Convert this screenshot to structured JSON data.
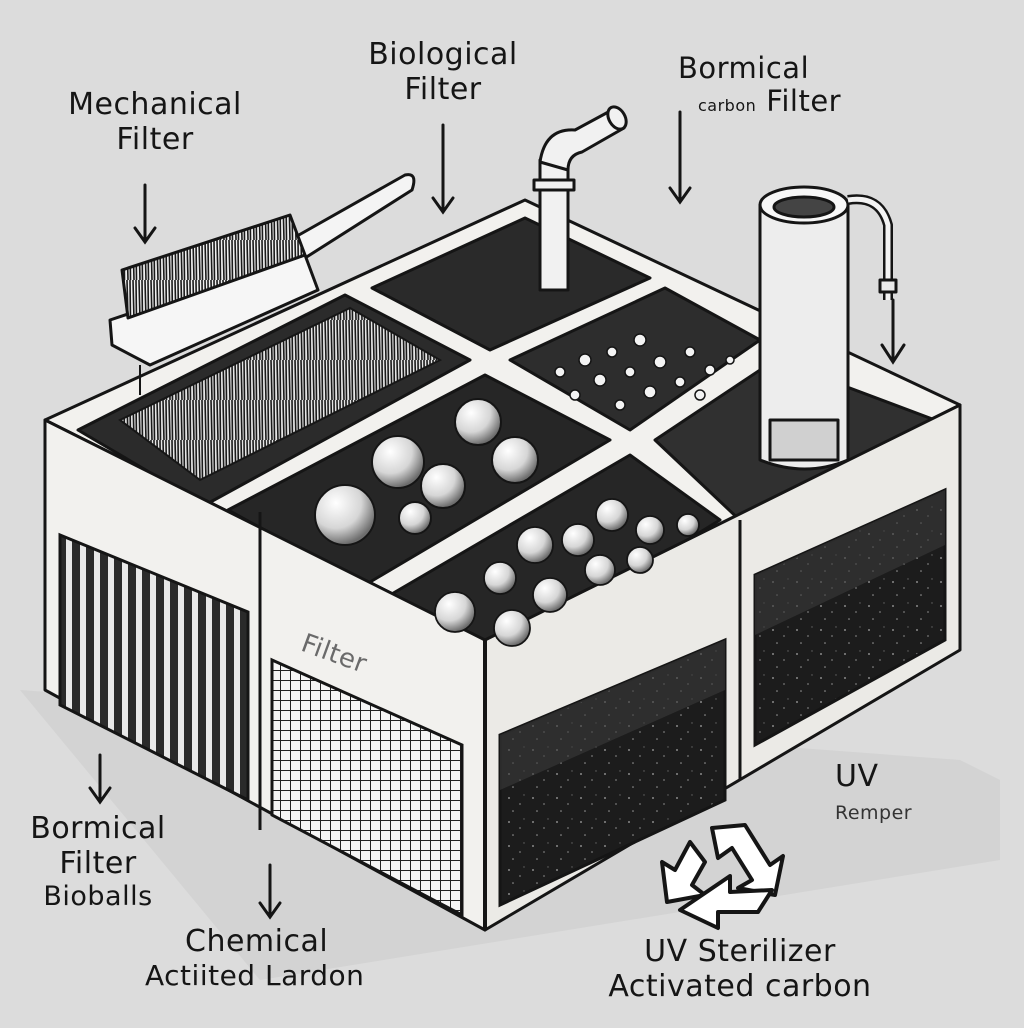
{
  "labels": {
    "mechanical_line1": "Mechanical",
    "mechanical_line2": "Filter",
    "biological_line1": "Biological",
    "biological_line2": "Filter",
    "top_right_line1": "Bormical",
    "top_right_line2_faint": "carbon",
    "top_right_line2": "Filter",
    "center_faint": "Filter",
    "uv_line1": "UV",
    "uv_line2": "Remper",
    "bottom_left_line1": "Bormical",
    "bottom_left_line2": "Filter",
    "bottom_left_line3": "Bioballs",
    "chemical_line1": "Chemical",
    "chemical_line2": "Actiited Lardon",
    "uv_sterilizer_line1": "UV Sterilizer",
    "uv_sterilizer_line2": "Activated carbon"
  },
  "icons": {
    "recycle": "recycle-icon",
    "brush": "brush-icon",
    "pipe": "pipe-icon",
    "uv_lamp": "uv-sterilizer-icon"
  },
  "colors": {
    "background": "#dcdcdc",
    "ink": "#151515",
    "box": "#f2f1ee",
    "media_dark": "#1e1e1e"
  }
}
